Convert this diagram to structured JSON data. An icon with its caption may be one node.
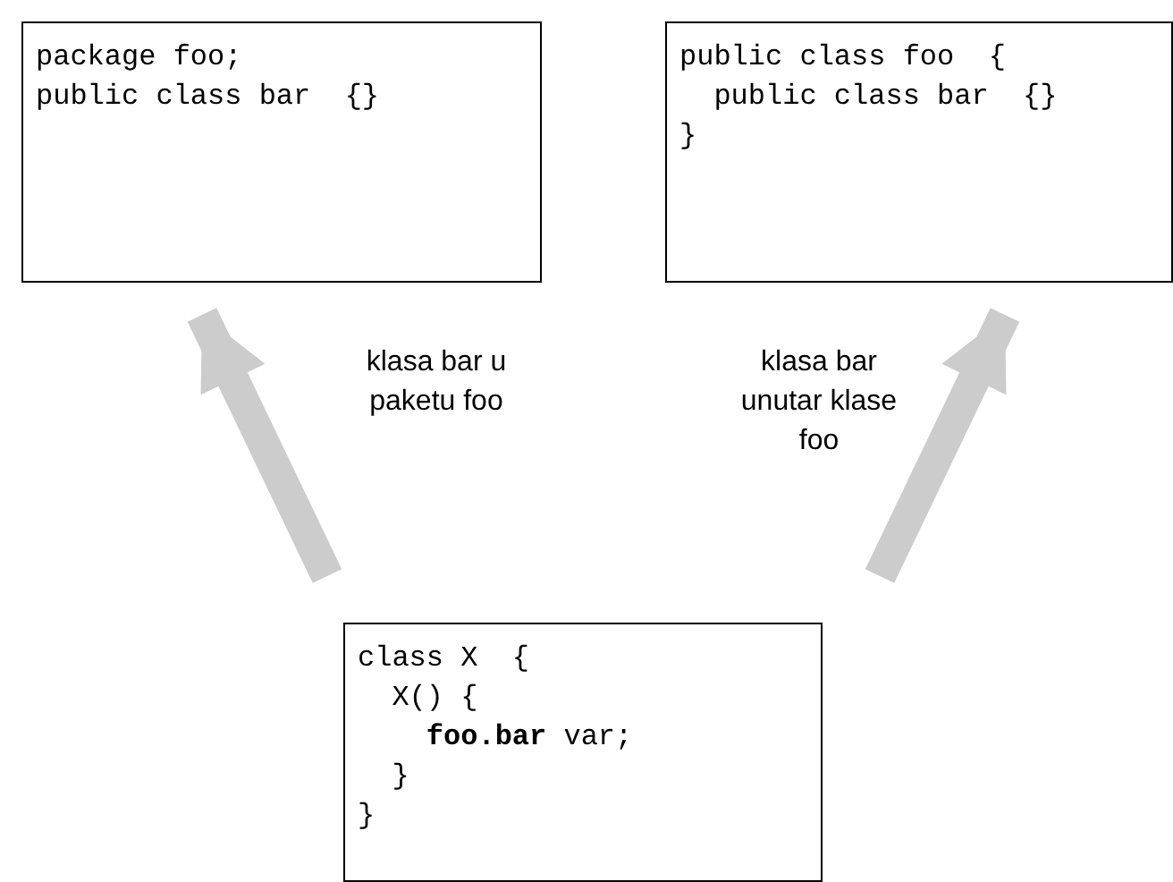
{
  "diagram": {
    "nodes": [
      {
        "text": [
          "package foo;",
          "public class bar  {}"
        ]
      },
      {
        "text": [
          "public class foo  {",
          "  public class bar  {}",
          "}"
        ]
      },
      {
        "text": [
          "class X  {",
          "  X() {",
          "    **foo.bar** var;",
          "  }",
          "}"
        ]
      }
    ],
    "edges": [
      {
        "from": 2,
        "to": 0,
        "arrow": "to",
        "label": "klasa bar u paketu foo"
      },
      {
        "from": 2,
        "to": 1,
        "arrow": "to",
        "label": "klasa bar unutar klase foo"
      }
    ]
  }
}
